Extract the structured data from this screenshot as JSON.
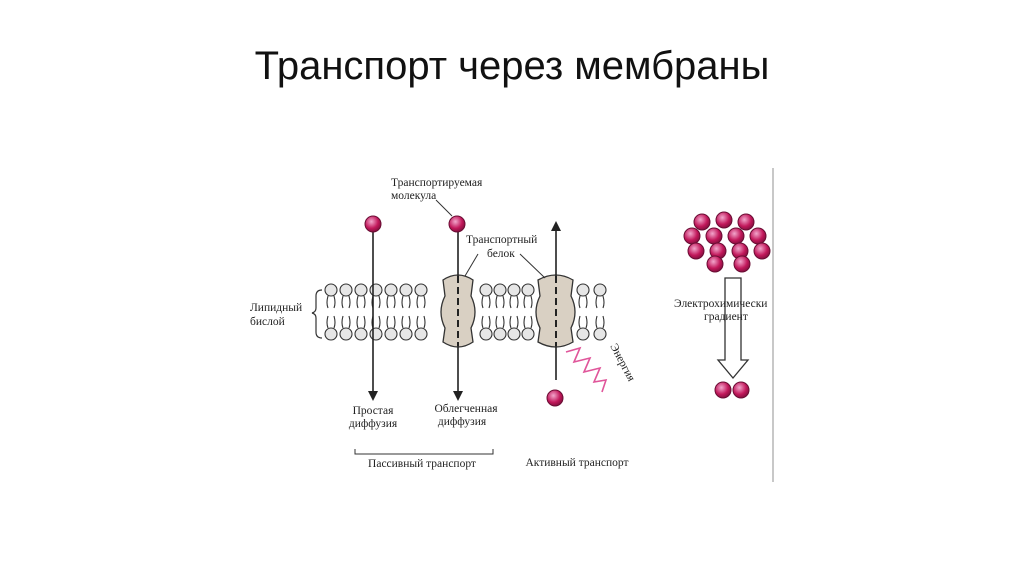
{
  "title": "Транспорт через мембраны",
  "labels": {
    "transported_molecule_1": "Транспортируемая",
    "transported_molecule_2": "молекула",
    "transport_protein_1": "Транспортный",
    "transport_protein_2": "белок",
    "lipid_bilayer_1": "Липидный",
    "lipid_bilayer_2": "бислой",
    "energy": "Энергия",
    "simple_diffusion_1": "Простая",
    "simple_diffusion_2": "диффузия",
    "facilitated_diffusion_1": "Облегченная",
    "facilitated_diffusion_2": "диффузия",
    "passive_transport": "Пассивный транспорт",
    "active_transport": "Активный транспорт",
    "gradient_1": "Электрохимически",
    "gradient_2": "градиент"
  },
  "colors": {
    "molecule": "#c2185b",
    "protein": "#d9d0c3",
    "line": "#222222",
    "energy": "#e0559a"
  }
}
